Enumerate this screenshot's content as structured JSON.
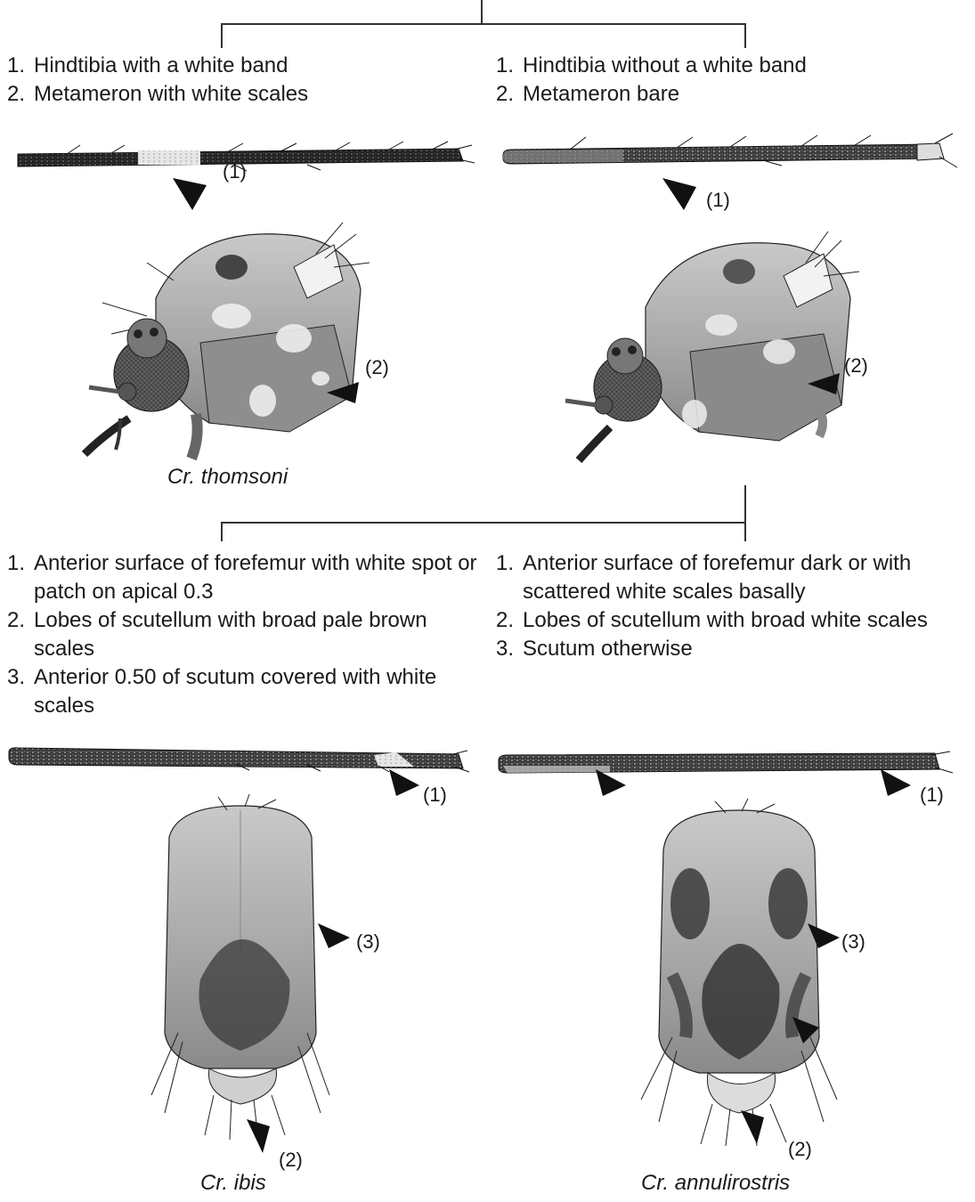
{
  "top_couplet": {
    "left": [
      {
        "num": "1.",
        "text": "Hindtibia with a white band"
      },
      {
        "num": "2.",
        "text": "Metameron with white scales"
      }
    ],
    "right": [
      {
        "num": "1.",
        "text": "Hindtibia without a white band"
      },
      {
        "num": "2.",
        "text": "Metameron bare"
      }
    ]
  },
  "second_couplet": {
    "left": [
      {
        "num": "1.",
        "text": "Anterior surface of forefemur with white spot or patch on apical 0.3"
      },
      {
        "num": "2.",
        "text": "Lobes of scutellum with broad pale brown scales"
      },
      {
        "num": "3.",
        "text": "Anterior 0.50 of scutum covered with white scales"
      }
    ],
    "right": [
      {
        "num": "1.",
        "text": "Anterior surface of forefemur dark or with scattered white scales basally"
      },
      {
        "num": "2.",
        "text": "Lobes of scutellum with broad white scales"
      },
      {
        "num": "3.",
        "text": "Scutum otherwise"
      }
    ]
  },
  "callouts": {
    "c1": "(1)",
    "c2": "(2)",
    "c3": "(3)"
  },
  "species": {
    "thomsoni": "Cr. thomsoni",
    "ibis": "Cr. ibis",
    "annulirostris": "Cr. annulirostris"
  }
}
